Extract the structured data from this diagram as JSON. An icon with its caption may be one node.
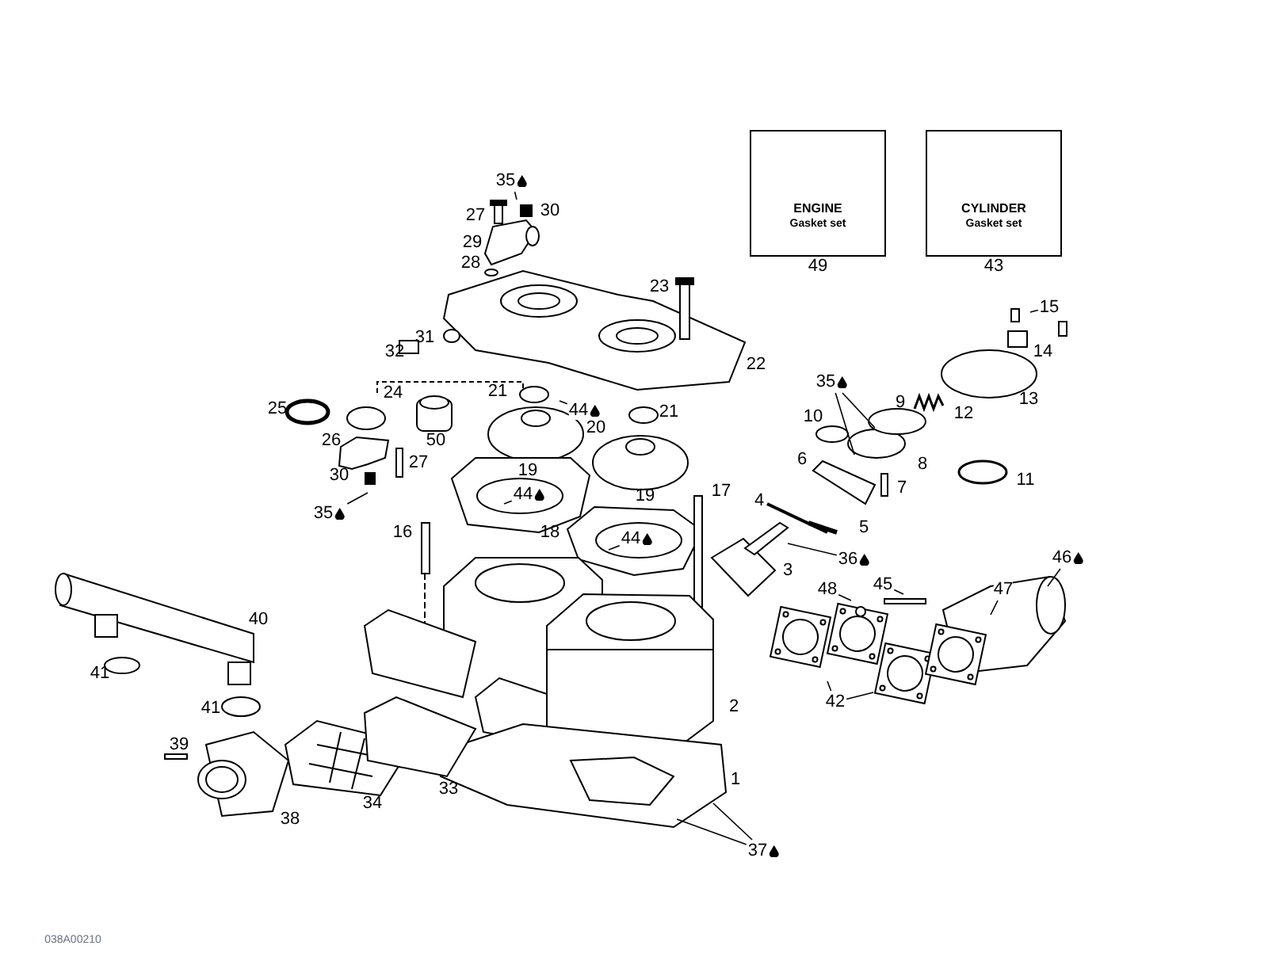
{
  "diagram": {
    "nodes": [
      {
        "text": [
          "ENGINE",
          "Gasket set"
        ],
        "beside": [
          "49"
        ]
      },
      {
        "text": [
          "CYLINDER",
          "Gasket set"
        ],
        "beside": [
          "43"
        ]
      },
      {
        "text": [
          "35"
        ]
      },
      {
        "text": [
          "35"
        ]
      },
      {
        "text": [
          "35"
        ]
      },
      {
        "text": [
          "44"
        ]
      },
      {
        "text": [
          "44"
        ]
      },
      {
        "text": [
          "44"
        ]
      },
      {
        "text": [
          "36"
        ]
      },
      {
        "text": [
          "46"
        ]
      },
      {
        "text": [
          "47"
        ]
      },
      {
        "text": [
          "48"
        ]
      },
      {
        "text": [
          "45"
        ]
      },
      {
        "text": [
          "42"
        ]
      },
      {
        "text": [
          "37"
        ]
      },
      {
        "text": [
          "15"
        ]
      }
    ],
    "edges": [
      {
        "from": 2,
        "to": null,
        "arrow": "none"
      },
      {
        "from": 3,
        "to": null,
        "arrow": "none"
      },
      {
        "from": 3,
        "to": null,
        "arrow": "none"
      },
      {
        "from": 4,
        "to": null,
        "arrow": "none"
      },
      {
        "from": 5,
        "to": null,
        "arrow": "none"
      },
      {
        "from": 6,
        "to": null,
        "arrow": "none"
      },
      {
        "from": 7,
        "to": null,
        "arrow": "none"
      },
      {
        "from": 8,
        "to": null,
        "arrow": "none"
      },
      {
        "from": 9,
        "to": null,
        "arrow": "none"
      },
      {
        "from": 10,
        "to": null,
        "arrow": "none"
      },
      {
        "from": 11,
        "to": null,
        "arrow": "none"
      },
      {
        "from": 12,
        "to": null,
        "arrow": "none"
      },
      {
        "from": 13,
        "to": null,
        "arrow": "none"
      },
      {
        "from": 13,
        "to": null,
        "arrow": "none"
      },
      {
        "from": 14,
        "to": null,
        "arrow": "none"
      },
      {
        "from": 14,
        "to": null,
        "arrow": "none"
      },
      {
        "from": 15,
        "to": null,
        "arrow": "none"
      }
    ],
    "labels": [
      "27",
      "30",
      "29",
      "28",
      "23",
      "14",
      "22",
      "31",
      "32",
      "24",
      "21",
      "13",
      "9",
      "12",
      "25",
      "21",
      "10",
      "20",
      "50",
      "26",
      "6",
      "27",
      "8",
      "19",
      "30",
      "11",
      "7",
      "17",
      "4",
      "19",
      "5",
      "16",
      "18",
      "3",
      "40",
      "41",
      "2",
      "41",
      "39",
      "1",
      "33",
      "34",
      "38",
      "038A00210"
    ]
  }
}
